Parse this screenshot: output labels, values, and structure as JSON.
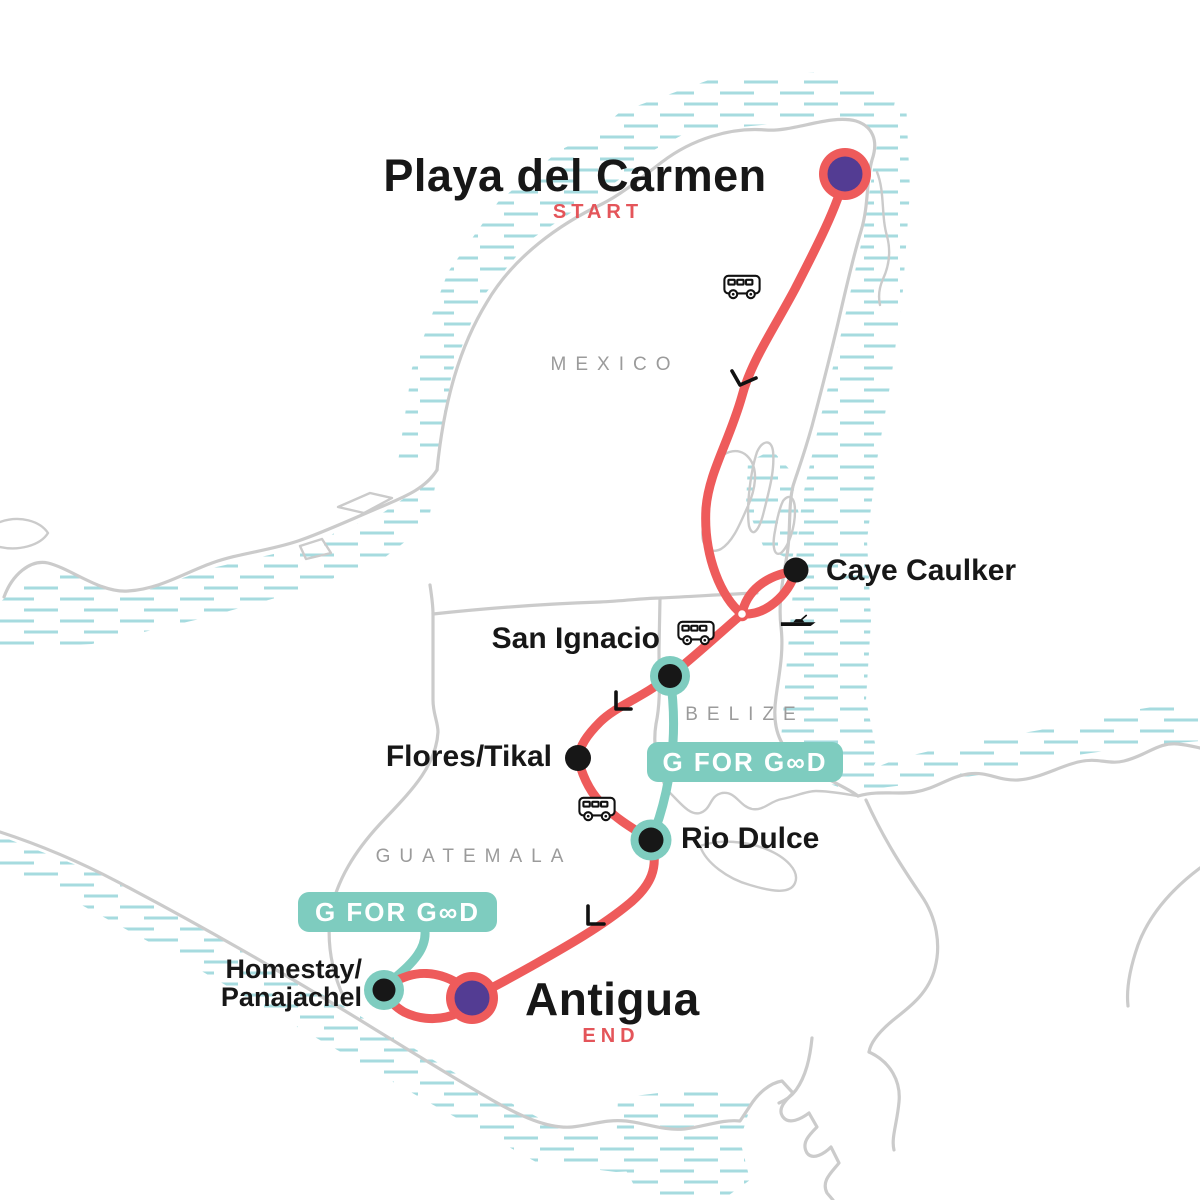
{
  "colors": {
    "route_red": "#EE5B5B",
    "accent_text_red": "#E4555A",
    "teal": "#7ECCBF",
    "hatch_teal": "#A6DBDF",
    "purple": "#533C93",
    "outline_gray": "#CBCBCB",
    "country_gray": "#9B9B9B",
    "stop_black": "#171717"
  },
  "countries": [
    {
      "name": "MEXICO"
    },
    {
      "name": "BELIZE"
    },
    {
      "name": "GUATEMALA"
    }
  ],
  "route": {
    "start": {
      "name": "Playa del Carmen",
      "status": "START"
    },
    "end": {
      "name": "Antigua",
      "status": "END"
    },
    "stops": [
      {
        "name": "Caye Caulker"
      },
      {
        "name": "San Ignacio"
      },
      {
        "name": "Flores/Tikal"
      },
      {
        "name": "Rio Dulce"
      },
      {
        "line1": "Homestay/",
        "line2": "Panajachel"
      }
    ],
    "badges": [
      {
        "label": "G FOR G∞D"
      },
      {
        "label": "G FOR G∞D"
      }
    ],
    "transport_icons": [
      {
        "type": "bus-icon"
      },
      {
        "type": "bus-icon"
      },
      {
        "type": "bus-icon"
      },
      {
        "type": "boat-icon"
      }
    ]
  }
}
